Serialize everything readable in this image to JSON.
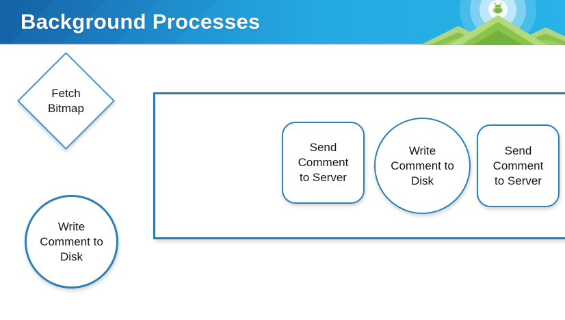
{
  "header": {
    "title": "Background Processes",
    "decoration_icons": [
      "radiating-circles-icon",
      "mountains-icon",
      "android-icon"
    ]
  },
  "colors": {
    "header_gradient_left": "#1c74b9",
    "header_gradient_right": "#27b2e8",
    "shape_border": "#2c80b4",
    "diamond_border": "#4a90c4",
    "label_text": "#161616",
    "mountain_green_light": "#aed581",
    "mountain_green_mid": "#8bc34a",
    "mountain_green_dark": "#74b23f"
  },
  "diagram": {
    "fetch_bitmap": {
      "shape": "diamond",
      "label": "Fetch\nBitmap"
    },
    "write_disk_left": {
      "shape": "circle",
      "label": "Write\nComment to\nDisk"
    },
    "container": {
      "shape": "rectangle",
      "label": ""
    },
    "send_server_first": {
      "shape": "rounded-rectangle",
      "label": "Send\nComment\nto Server"
    },
    "write_disk_center": {
      "shape": "circle",
      "label": "Write\nComment to\nDisk"
    },
    "send_server_second": {
      "shape": "rounded-rectangle",
      "label": "Send\nComment\nto Server"
    }
  }
}
